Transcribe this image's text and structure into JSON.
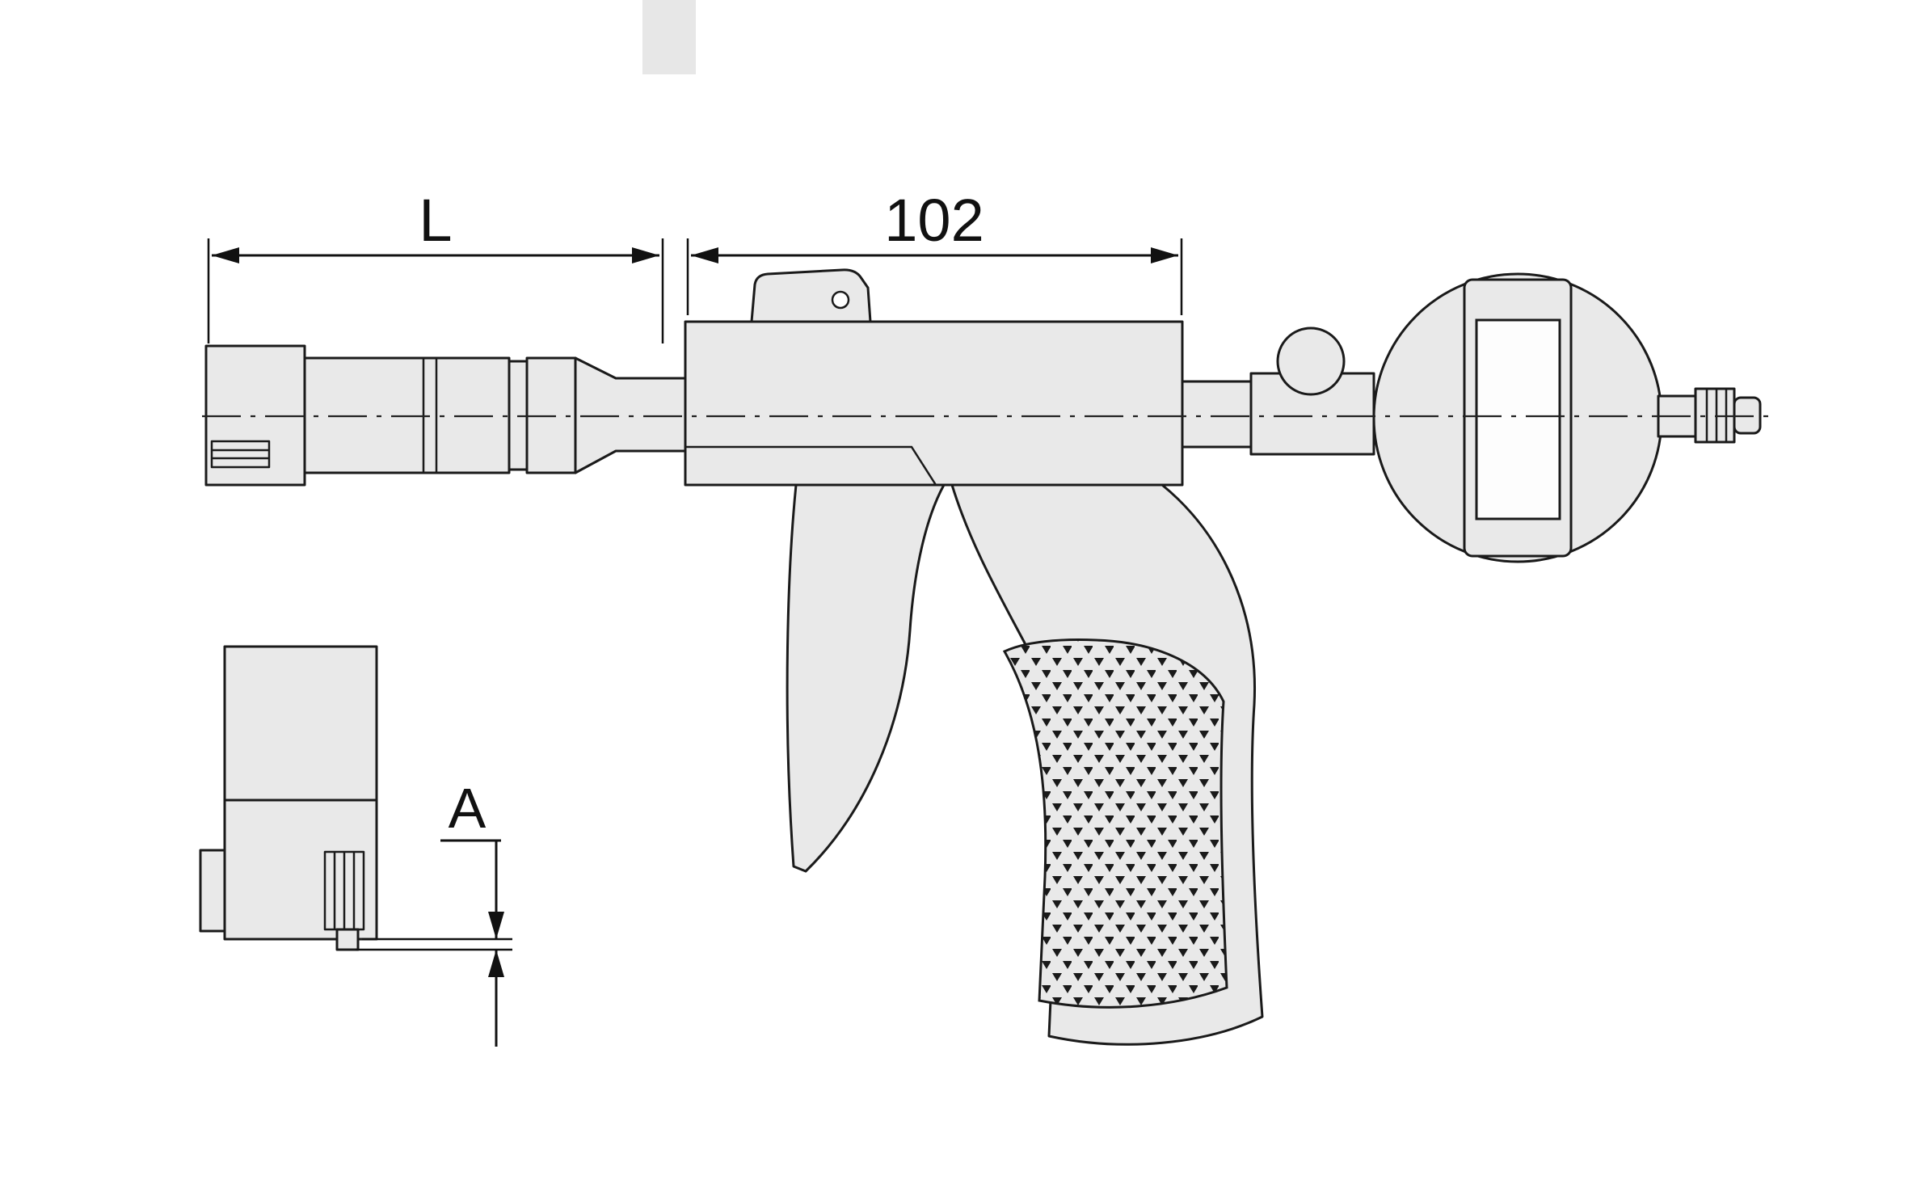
{
  "drawing": {
    "type": "technical-dimension-drawing",
    "subject": "pistol-grip bore gauge with digital dial indicator, with detail view of measuring head",
    "colors": {
      "background": "#ffffff",
      "part_fill": "#e9e9e9",
      "line": "#1a1a1a",
      "grip_texture": "#1a1a1a",
      "display_fill": "#fdfdfd"
    },
    "labels": {
      "dim_probe_length": "L",
      "dim_body_length": "102",
      "dim_contact_protrusion": "A"
    },
    "parts": [
      "measuring-head",
      "probe-shaft",
      "gauge-body",
      "release-tab",
      "trigger",
      "pistol-grip",
      "grip-texture-pad",
      "connector-block",
      "ball-joint",
      "dial-indicator",
      "indicator-display",
      "output-connector",
      "center-line",
      "detail-measuring-head"
    ]
  }
}
